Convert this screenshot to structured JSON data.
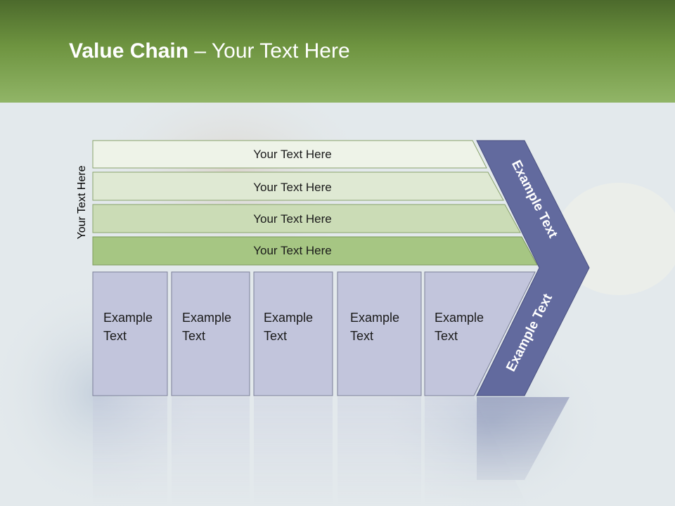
{
  "slide": {
    "title_bold": "Value Chain",
    "title_rest": " – Your Text Here"
  },
  "side_label": "Your Text Here",
  "rows": [
    {
      "label": "Your Text Here",
      "color": "#eef3e8"
    },
    {
      "label": "Your Text Here",
      "color": "#dfe9d3"
    },
    {
      "label": "Your Text Here",
      "color": "#cbdcb6"
    },
    {
      "label": "Your Text Here",
      "color": "#a6c683"
    }
  ],
  "boxes": [
    {
      "line1": "Example",
      "line2": "Text"
    },
    {
      "line1": "Example",
      "line2": "Text"
    },
    {
      "line1": "Example",
      "line2": "Text"
    },
    {
      "line1": "Example",
      "line2": "Text"
    },
    {
      "line1": "Example",
      "line2": "Text"
    }
  ],
  "chevron": {
    "upper_label": "Example Text",
    "lower_label": "Example Text",
    "color": "#626a9e"
  },
  "colors": {
    "header_dark": "#4c6a2c",
    "header_light": "#91b567",
    "box_fill": "#c2c5dc",
    "box_stroke": "#7b7f98"
  }
}
